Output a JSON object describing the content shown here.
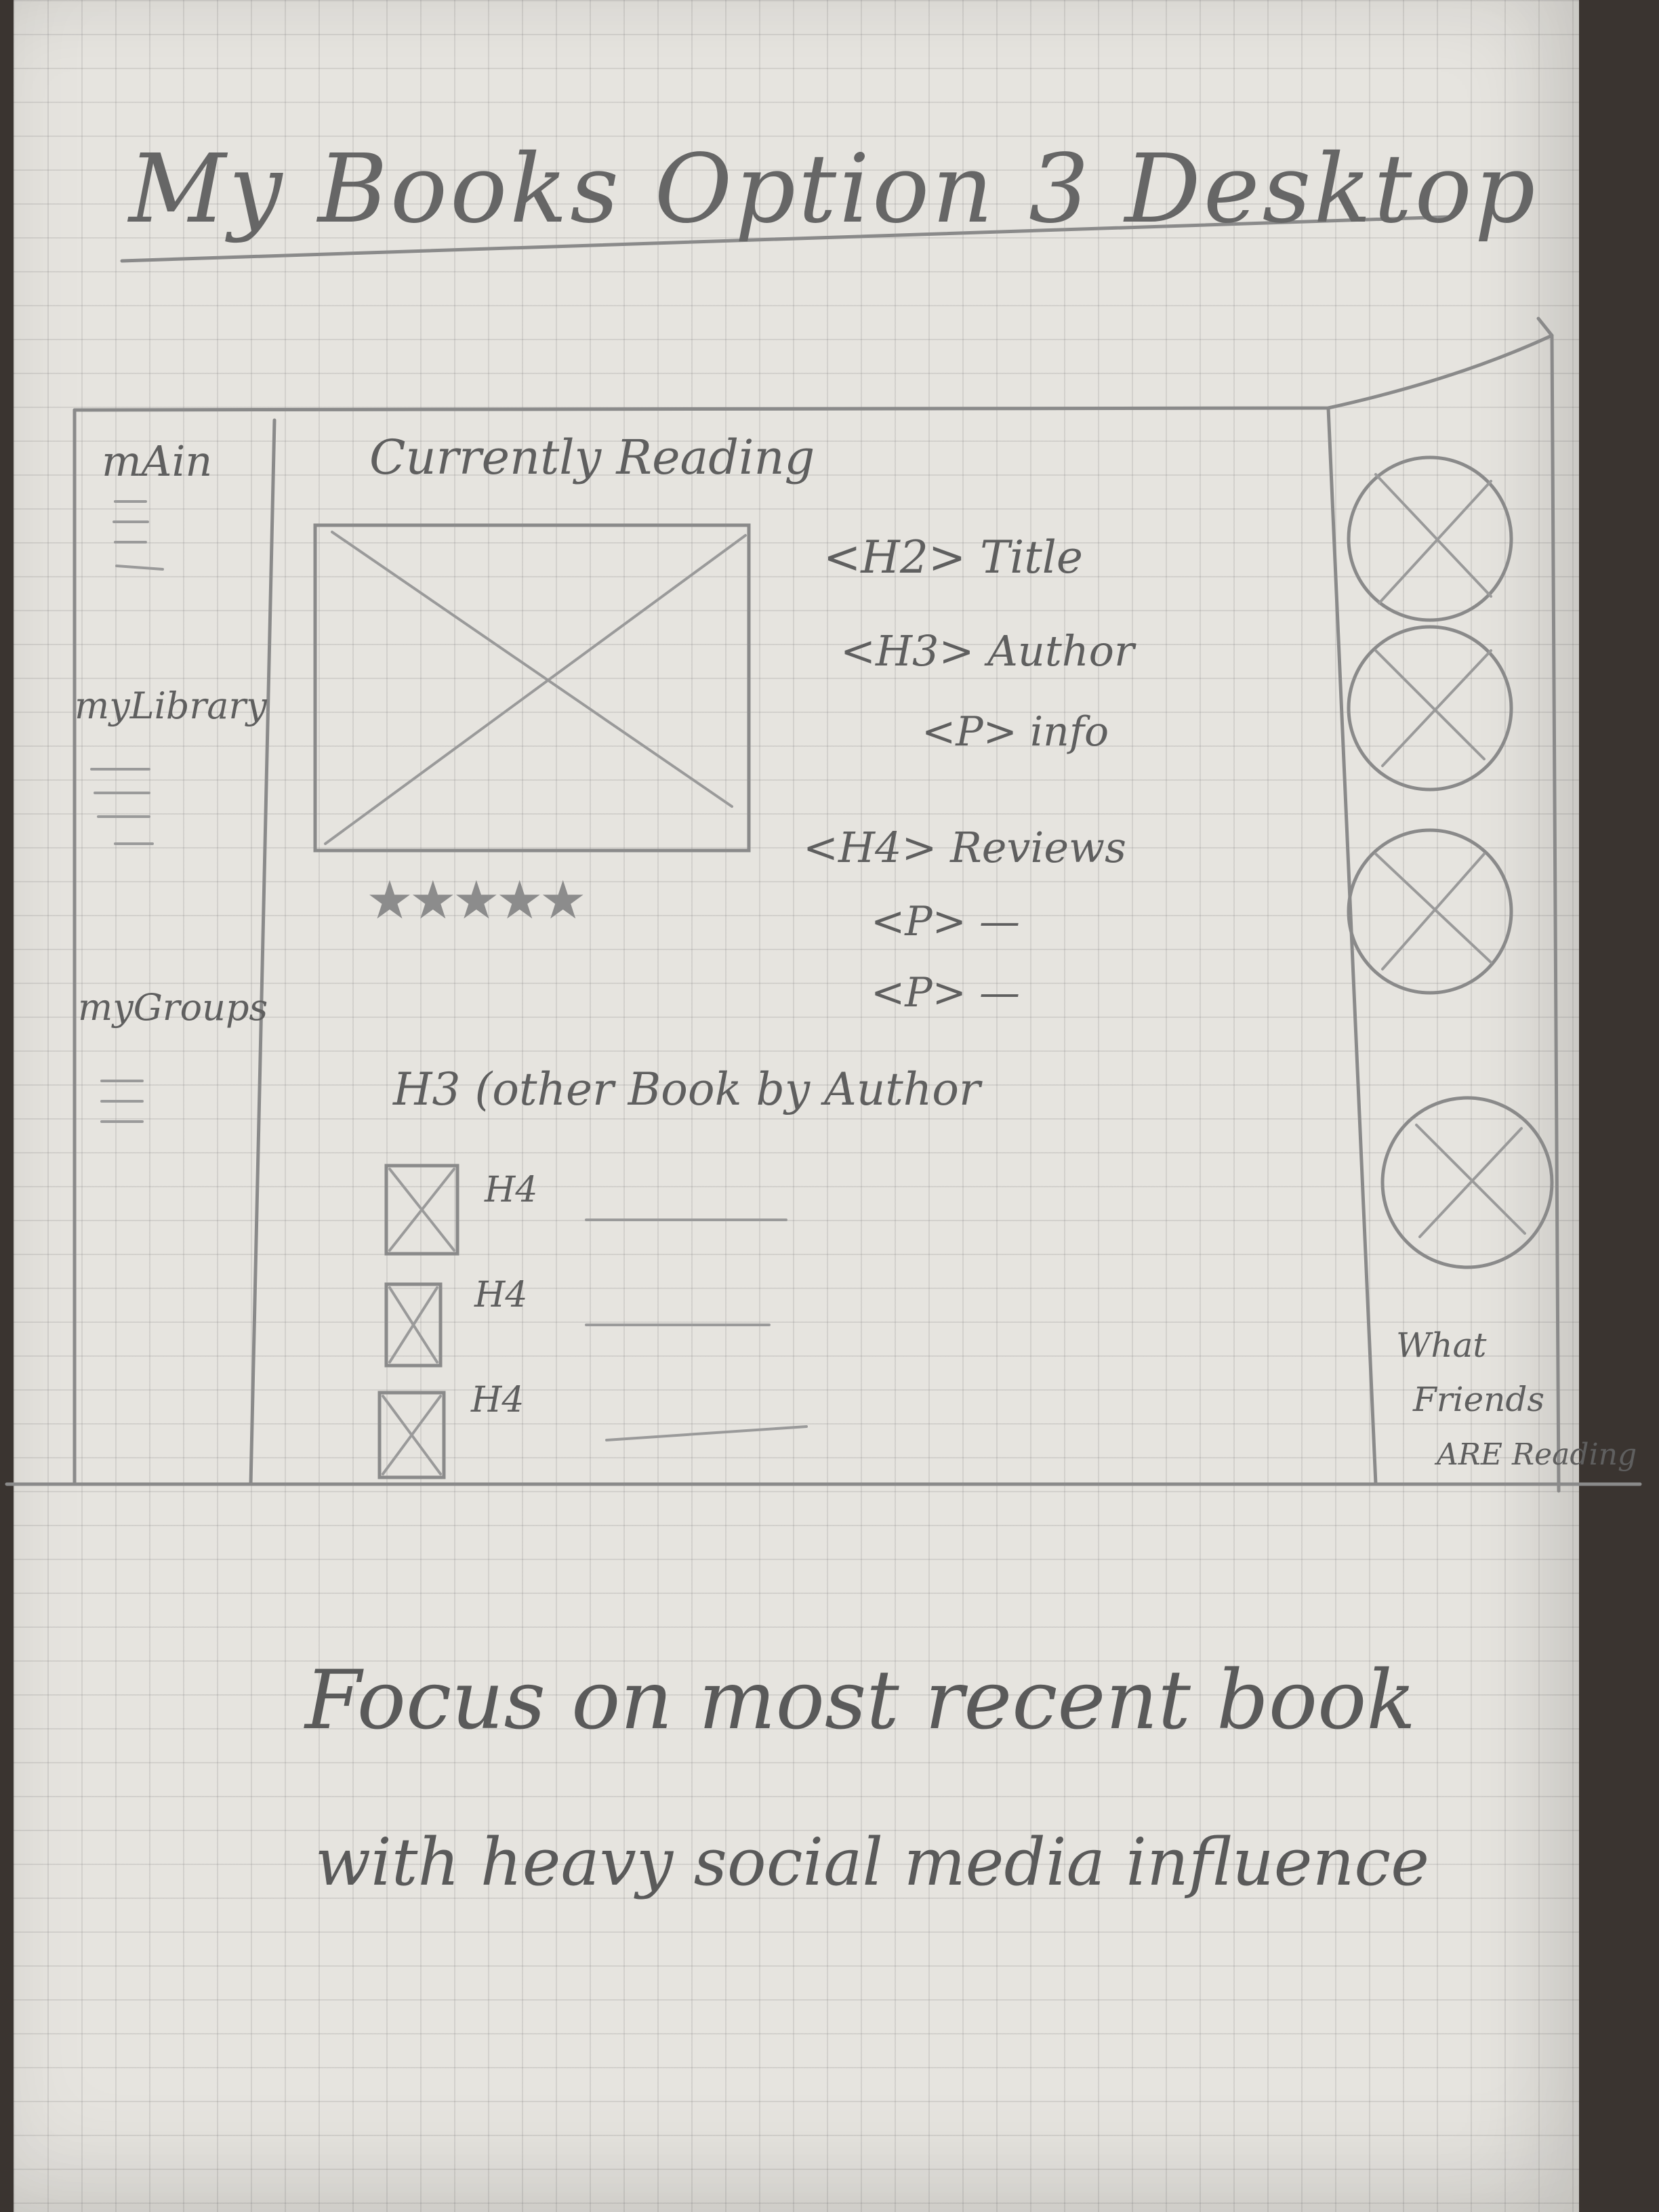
{
  "page": {
    "title": "My Books Option 3 Desktop",
    "footer_line1": "Focus on most recent book",
    "footer_line2": "with heavy social media influence"
  },
  "sidebar": {
    "items": [
      {
        "label": "mAin"
      },
      {
        "label": "myLibrary"
      },
      {
        "label": "myGroups"
      }
    ]
  },
  "main": {
    "heading": "Currently Reading",
    "title_tag": "<H2> Title",
    "author_tag": "<H3> Author",
    "info_tag": "<P> info",
    "reviews_tag": "<H4> Reviews",
    "review_lines": [
      "<P> —",
      "<P> —"
    ],
    "rating": {
      "stars": 5,
      "glyphs": "★★★★★"
    },
    "other_books_heading": "H3 (other Book by Author",
    "other_books": [
      {
        "label": "H4"
      },
      {
        "label": "H4"
      },
      {
        "label": "H4"
      }
    ]
  },
  "right_panel": {
    "label_line1": "What",
    "label_line2": "Friends",
    "label_line3": "ARE Reading"
  },
  "colors": {
    "paper": "#e6e4df",
    "pencil": "#5f5f5f"
  }
}
